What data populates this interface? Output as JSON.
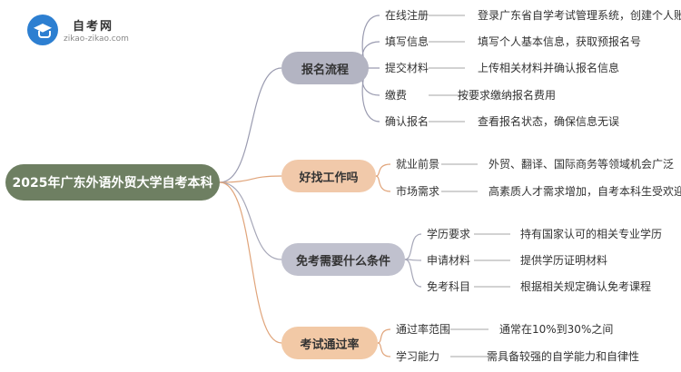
{
  "logo": {
    "name": "自考网",
    "url": "zikao-zikao.com"
  },
  "root": "2025年广东外语外贸大学自考本科",
  "branches": [
    {
      "label": "报名流程",
      "items": [
        {
          "key": "在线注册",
          "value": "登录广东省自学考试管理系统，创建个人账号"
        },
        {
          "key": "填写信息",
          "value": "填写个人基本信息，获取预报名号"
        },
        {
          "key": "提交材料",
          "value": "上传相关材料并确认报名信息"
        },
        {
          "key": "缴费",
          "value": "按要求缴纳报名费用"
        },
        {
          "key": "确认报名",
          "value": "查看报名状态，确保信息无误"
        }
      ]
    },
    {
      "label": "好找工作吗",
      "items": [
        {
          "key": "就业前景",
          "value": "外贸、翻译、国际商务等领域机会广泛"
        },
        {
          "key": "市场需求",
          "value": "高素质人才需求增加，自考本科生受欢迎"
        }
      ]
    },
    {
      "label": "免考需要什么条件",
      "items": [
        {
          "key": "学历要求",
          "value": "持有国家认可的相关专业学历"
        },
        {
          "key": "申请材料",
          "value": "提供学历证明材料"
        },
        {
          "key": "免考科目",
          "value": "根据相关规定确认免考课程"
        }
      ]
    },
    {
      "label": "考试通过率",
      "items": [
        {
          "key": "通过率范围",
          "value": "通常在10%到30%之间"
        },
        {
          "key": "学习能力",
          "value": "需具备较强的自学能力和自律性"
        }
      ]
    }
  ]
}
